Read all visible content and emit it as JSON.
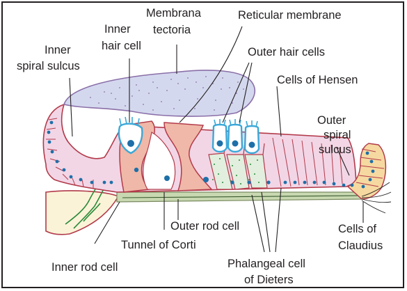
{
  "labels": {
    "membrana_tectoria": [
      "Membrana",
      "tectoria"
    ],
    "reticular_membrane": "Reticular membrane",
    "inner_hair_cell": [
      "Inner",
      "hair cell"
    ],
    "inner_spiral_sulcus": [
      "Inner",
      "spiral sulcus"
    ],
    "outer_hair_cells": "Outer hair cells",
    "cells_of_hensen": "Cells of Hensen",
    "outer_spiral_sulcus": [
      "Outer",
      "spiral",
      "sulcus"
    ],
    "outer_rod_cell": "Outer rod cell",
    "cells_of_claudius": [
      "Cells of",
      "Claudius"
    ],
    "tunnel_of_corti": "Tunnel of Corti",
    "inner_rod_cell": "Inner rod cell",
    "phalangeal_cell_of_dieters": [
      "Phalangeal cell",
      "of Dieters"
    ]
  },
  "colors": {
    "tectorial": "#d4d8ee",
    "epithelium": "#f2d6e6",
    "rod_cell": "#f0b8a8",
    "hair_cell_outline": "#3aa8d8",
    "nucleus": "#1d6fa8",
    "basilar": "#c8d8b0",
    "dieters": "#e2efde",
    "claudius": "#f6d9a0",
    "limbus": "#fbf3d8",
    "outline": "#b23a4a",
    "nerve": "#2a8a3a"
  }
}
